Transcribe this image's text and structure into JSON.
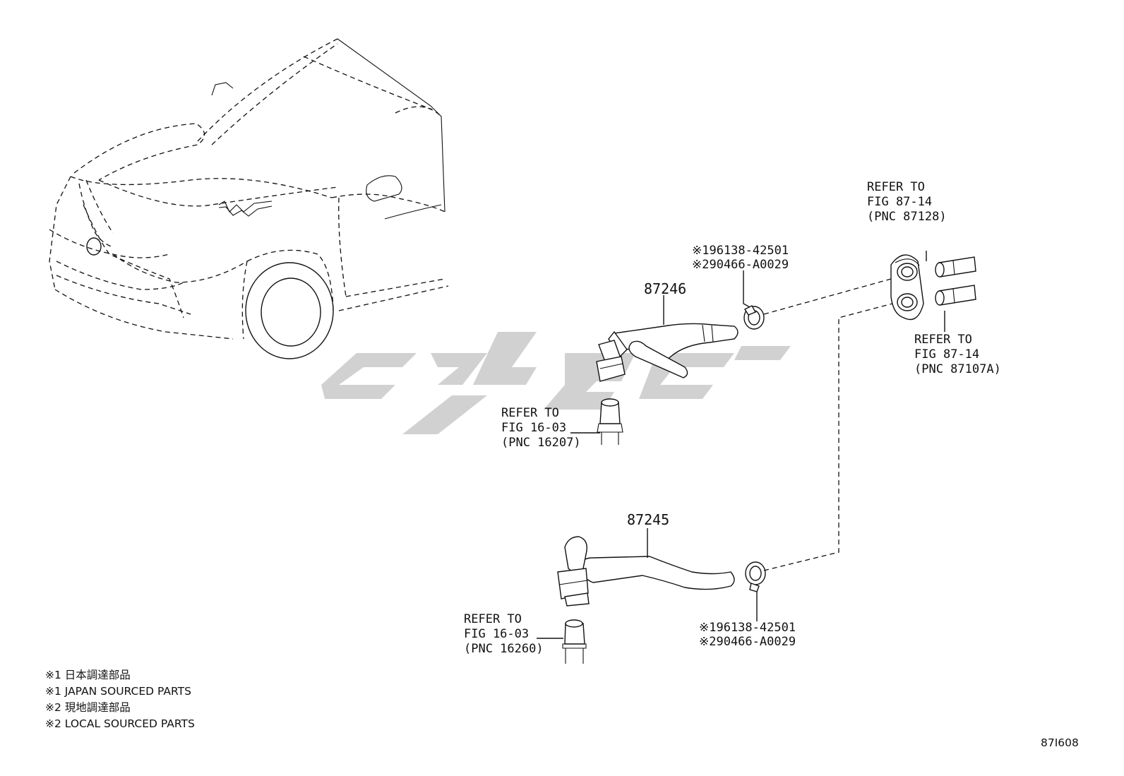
{
  "figure_code": "87I608",
  "callouts": {
    "hose_upper": "87246",
    "hose_lower": "87245"
  },
  "clamp_upper": {
    "line1": "※196138-42501",
    "line2": "※290466-A0029"
  },
  "clamp_lower": {
    "line1": "※196138-42501",
    "line2": "※290466-A0029"
  },
  "refs": {
    "fig_87_14_a": {
      "l1": "REFER TO",
      "l2": "FIG 87-14",
      "l3": "(PNC 87128)"
    },
    "fig_87_14_b": {
      "l1": "REFER TO",
      "l2": "FIG 87-14",
      "l3": "(PNC 87107A)"
    },
    "fig_16_03_a": {
      "l1": "REFER TO",
      "l2": "FIG 16-03",
      "l3": "(PNC 16207)"
    },
    "fig_16_03_b": {
      "l1": "REFER TO",
      "l2": "FIG 16-03",
      "l3": "(PNC 16260)"
    }
  },
  "legend": [
    "※1 日本調達部品",
    "※1 JAPAN SOURCED PARTS",
    "※2 現地調達部品",
    "※2 LOCAL SOURCED PARTS"
  ],
  "watermark_text": "CJGC"
}
